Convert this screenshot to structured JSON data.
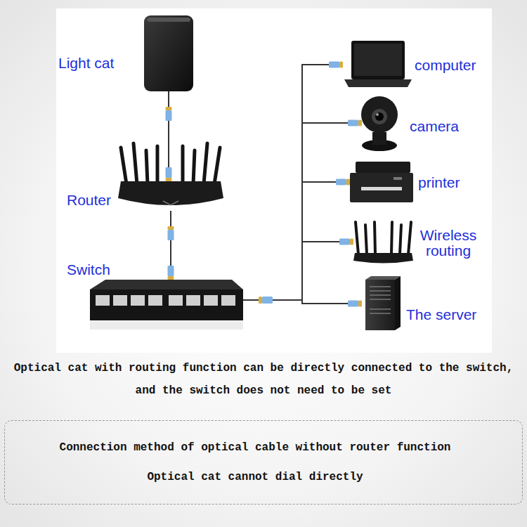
{
  "diagram": {
    "caption": "Optical cat with routing function can be directly connected to the switch, and the switch does not need to be set",
    "nodes": [
      {
        "text": [
          "Light cat"
        ]
      },
      {
        "text": [
          "Router"
        ]
      },
      {
        "text": [
          "Switch"
        ]
      },
      {
        "text": [
          "computer"
        ]
      },
      {
        "text": [
          "camera"
        ]
      },
      {
        "text": [
          "printer"
        ]
      },
      {
        "text": [
          "Wireless routing"
        ]
      },
      {
        "text": [
          "The server"
        ]
      },
      {
        "text": [
          "Connection method of optical cable without router function",
          "Optical cat cannot dial directly"
        ]
      }
    ],
    "edges": [
      {
        "from": 0,
        "to": 1,
        "arrow": "none"
      },
      {
        "from": 1,
        "to": 2,
        "arrow": "none"
      },
      {
        "from": 2,
        "to": 3,
        "arrow": "none"
      },
      {
        "from": 2,
        "to": 4,
        "arrow": "none"
      },
      {
        "from": 2,
        "to": 5,
        "arrow": "none"
      },
      {
        "from": 2,
        "to": 6,
        "arrow": "none"
      },
      {
        "from": 2,
        "to": 7,
        "arrow": "none"
      }
    ]
  }
}
